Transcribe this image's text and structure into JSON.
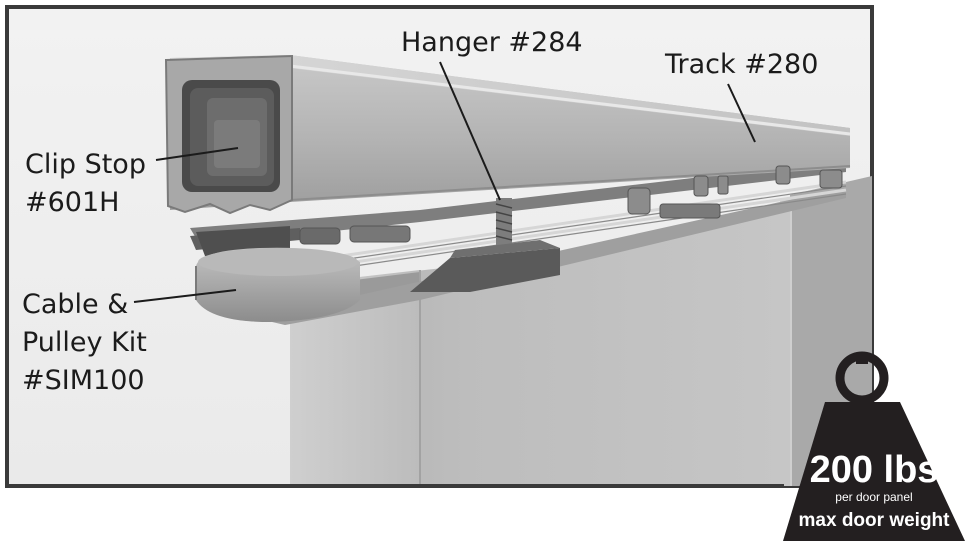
{
  "callouts": {
    "hanger": "Hanger #284",
    "track": "Track #280",
    "clip_stop_line1": "Clip Stop",
    "clip_stop_line2": "#601H",
    "pulley_line1": "Cable &",
    "pulley_line2": "Pulley Kit",
    "pulley_line3": "#SIM100"
  },
  "weight_badge": {
    "value": "200 lbs",
    "subtext": "per door panel",
    "caption": "max door weight",
    "icon": "weight-icon",
    "color": "#231f20"
  },
  "frame_color": "#3a3a3a"
}
